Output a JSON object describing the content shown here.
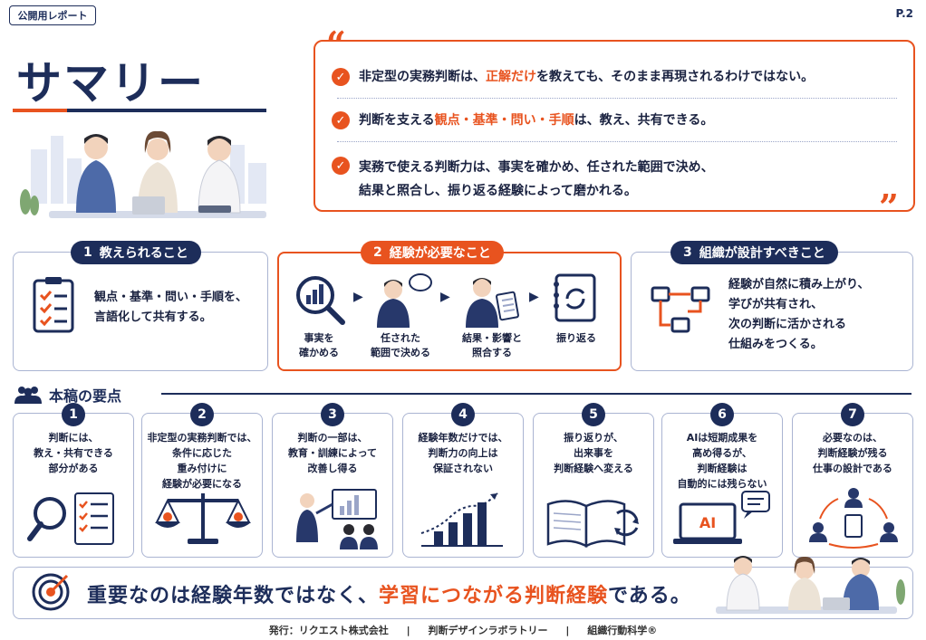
{
  "header": {
    "tag": "公開用レポート",
    "page": "P.2",
    "title": "サマリー"
  },
  "quote": {
    "open_mark": "“",
    "close_mark": "”",
    "points": [
      {
        "pre": "非定型の実務判断は、",
        "hl": "正解だけ",
        "post": "を教えても、そのまま再現されるわけではない。"
      },
      {
        "pre": "判断を支える",
        "hl": "観点・基準・問い・手順",
        "post": "は、教え、共有できる。"
      },
      {
        "line1": "実務で使える判断力は、事実を確かめ、任された範囲で決め、",
        "line2": "結果と照合し、振り返る経験によって磨かれる。"
      }
    ]
  },
  "sections": [
    {
      "num": "1",
      "label": "教えられること",
      "text1": "観点・基準・問い・手順を、",
      "text2": "言語化して共有する。"
    },
    {
      "num": "2",
      "label": "経験が必要なこと",
      "steps": [
        {
          "l1": "事実を",
          "l2": "確かめる"
        },
        {
          "l1": "任された",
          "l2": "範囲で決める"
        },
        {
          "l1": "結果・影響と",
          "l2": "照合する"
        },
        {
          "l1": "振り返る",
          "l2": ""
        }
      ]
    },
    {
      "num": "3",
      "label": "組織が設計すべきこと",
      "lines": [
        "経験が自然に積み上がり、",
        "学びが共有され、",
        "次の判断に活かされる",
        "仕組みをつくる。"
      ]
    }
  ],
  "keypoints": {
    "heading": "本稿の要点",
    "cards": [
      {
        "num": "1",
        "lines": [
          "判断には、",
          "教え・共有できる",
          "部分がある"
        ]
      },
      {
        "num": "2",
        "lines": [
          "非定型の実務判断では、",
          "条件に応じた",
          "重み付けに",
          "経験が必要になる"
        ]
      },
      {
        "num": "3",
        "lines": [
          "判断の一部は、",
          "教育・訓練によって",
          "改善し得る"
        ]
      },
      {
        "num": "4",
        "lines": [
          "経験年数だけでは、",
          "判断力の向上は",
          "保証されない"
        ]
      },
      {
        "num": "5",
        "lines": [
          "振り返りが、",
          "出来事を",
          "判断経験へ変える"
        ]
      },
      {
        "num": "6",
        "lines": [
          "AIは短期成果を",
          "高め得るが、",
          "判断経験は",
          "自動的には残らない"
        ],
        "ai_label": "AI"
      },
      {
        "num": "7",
        "lines": [
          "必要なのは、",
          "判断経験が残る",
          "仕事の設計である"
        ]
      }
    ]
  },
  "banner": {
    "pre": "重要なのは経験年数ではなく、",
    "hl": "学習につながる判断経験",
    "post": "である。"
  },
  "footer": [
    "発行：リクエスト株式会社",
    "|",
    "判断デザインラボラトリー",
    "|",
    "組織行動科学®"
  ],
  "colors": {
    "navy": "#1d2d5a",
    "orange": "#e8531f"
  }
}
